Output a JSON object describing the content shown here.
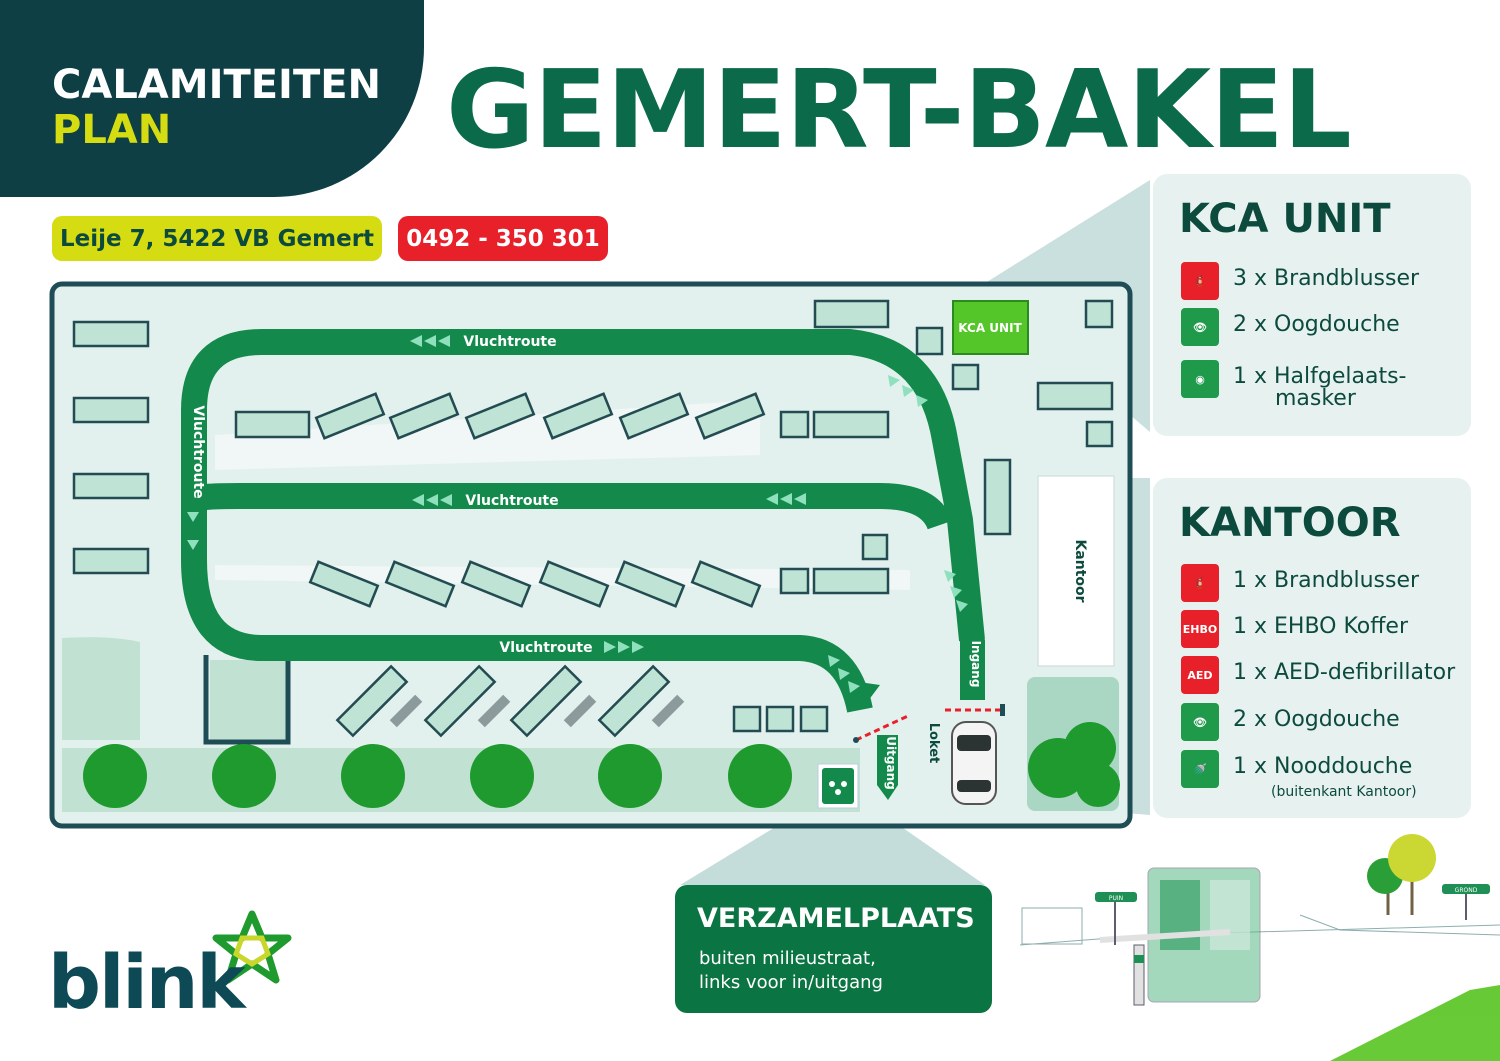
{
  "header": {
    "title_line1": "CALAMITEITEN",
    "title_line2": "PLAN",
    "main_title": "GEMERT-BAKEL",
    "address": "Leije 7, 5422 VB Gemert",
    "phone": "0492 - 350 301"
  },
  "map": {
    "route_label": "Vluchtroute",
    "kca_unit_label": "KCA UNIT",
    "kantoor_label": "Kantoor",
    "ingang_label": "Ingang",
    "uitgang_label": "Uitgang",
    "loket_label": "Loket"
  },
  "kca_panel": {
    "title": "KCA UNIT",
    "items": [
      {
        "text": "3 x Brandblusser",
        "icon": "fire-extinguisher-icon"
      },
      {
        "text": "2 x Oogdouche",
        "icon": "eye-shower-icon"
      },
      {
        "text": "1 x Halfgelaats-\n      masker",
        "icon": "half-mask-icon"
      }
    ]
  },
  "kantoor_panel": {
    "title": "KANTOOR",
    "items": [
      {
        "text": "1 x Brandblusser",
        "icon": "fire-extinguisher-icon"
      },
      {
        "text": "1 x EHBO Koffer",
        "icon": "first-aid-kit-icon",
        "badge": "EHBO"
      },
      {
        "text": "1 x AED-defibrillator",
        "icon": "aed-icon",
        "badge": "AED"
      },
      {
        "text": "2 x Oogdouche",
        "icon": "eye-shower-icon"
      },
      {
        "text": "1 x Nooddouche",
        "icon": "emergency-shower-icon"
      }
    ],
    "note": "(buitenkant Kantoor)"
  },
  "verzamelplaats": {
    "title": "VERZAMELPLAATS",
    "text": "buiten milieustraat,\nlinks voor in/uitgang"
  },
  "illustration": {
    "sign1": "PUIN",
    "sign2": "GROND"
  },
  "logo": {
    "text": "blink"
  },
  "colors": {
    "dark_teal": "#0d3f45",
    "title_green": "#0a6a4a",
    "lime": "#d5dc12",
    "red": "#e8202a",
    "route_green": "#138a4c",
    "panel_bg": "#e7f2f0"
  }
}
